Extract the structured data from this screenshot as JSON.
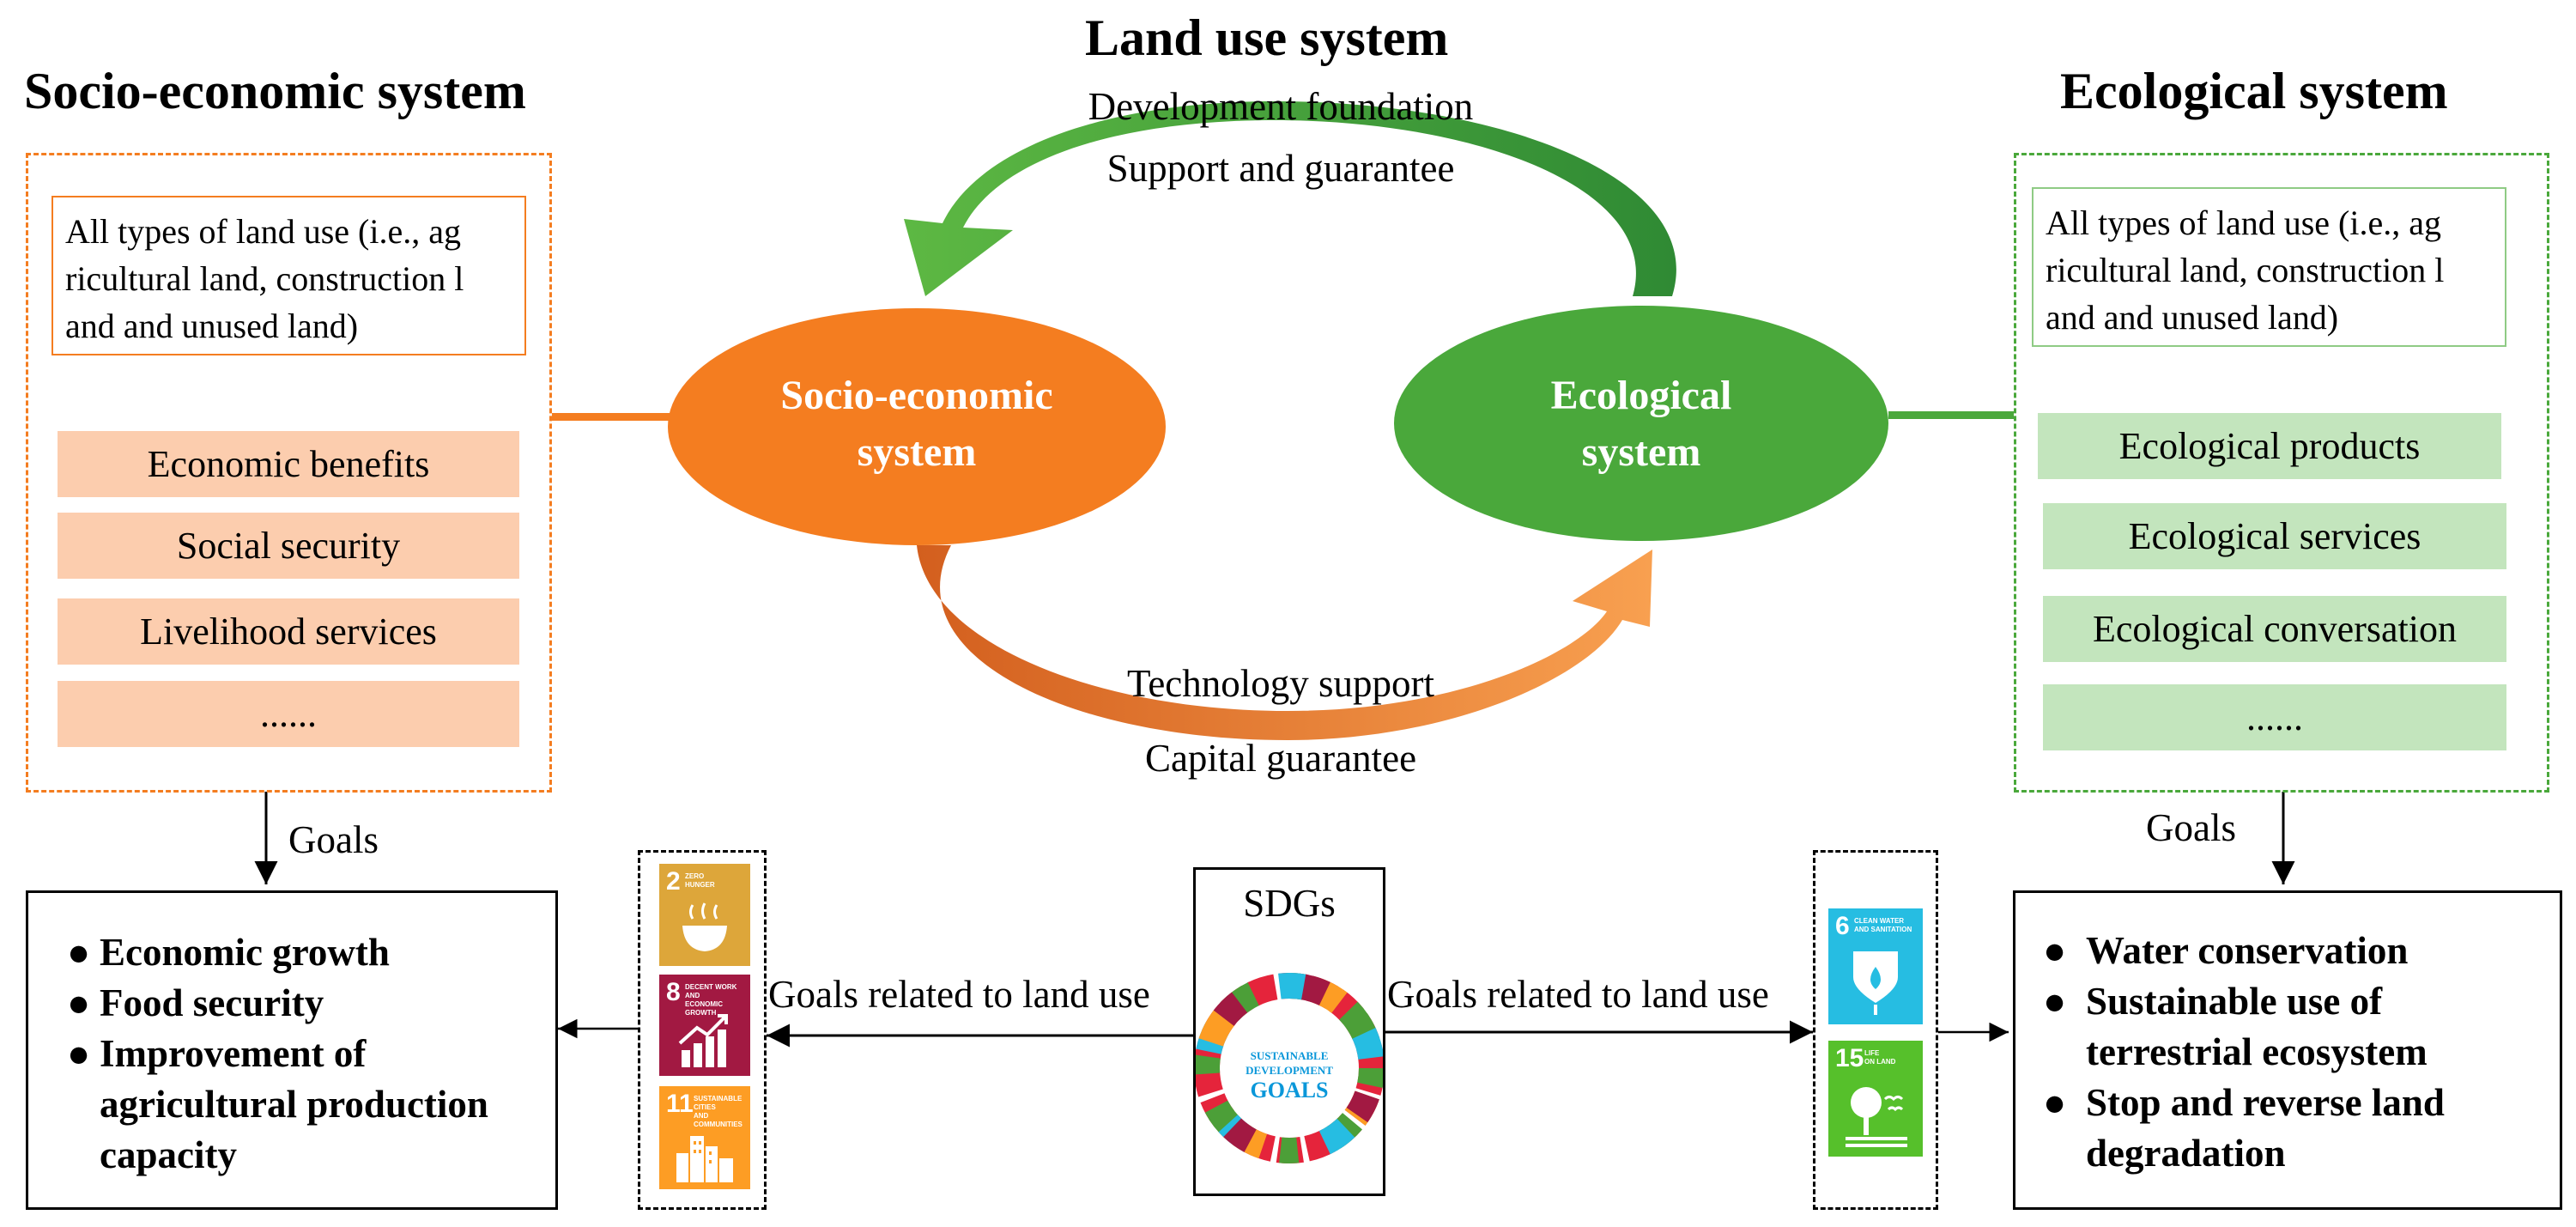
{
  "title": "Land use  system",
  "left_system": {
    "heading": "Socio-economic system",
    "land_types": [
      "All types of land use (i.e., ag",
      "ricultural land, construction l",
      "and and unused land)"
    ],
    "items": [
      "Economic benefits",
      "Social security",
      "Livelihood services",
      "......"
    ],
    "goals_label": "Goals",
    "goals": [
      "Economic growth",
      "Food security",
      "Improvement of agricultural production capacity"
    ]
  },
  "right_system": {
    "heading": "Ecological system",
    "land_types": [
      "All types of land use (i.e., ag",
      "ricultural land, construction l",
      "and and unused land)"
    ],
    "items": [
      "Ecological products",
      "Ecological services",
      "Ecological conversation",
      "......"
    ],
    "goals_label": "Goals",
    "goals": [
      "Water conservation",
      "Sustainable use of terrestrial ecosystem",
      "Stop and reverse land degradation"
    ]
  },
  "center": {
    "left_ellipse": [
      "Socio-economic",
      "system"
    ],
    "right_ellipse": [
      "Ecological",
      "system"
    ],
    "top_arrow": [
      "Development foundation",
      "Support and guarantee"
    ],
    "bottom_arrow": [
      "Technology support",
      "Capital guarantee"
    ]
  },
  "sdgs": {
    "label": "SDGs",
    "logo_text": [
      "SUSTAINABLE",
      "DEVELOPMENT",
      "GOALS"
    ],
    "goals_related_left": "Goals related to land use",
    "goals_related_right": "Goals related to land use",
    "left_tiles": [
      {
        "number": "2",
        "caption": [
          "ZERO",
          "HUNGER"
        ],
        "color": "#DDA63A",
        "icon": "bowl-icon"
      },
      {
        "number": "8",
        "caption": [
          "DECENT WORK AND",
          "ECONOMIC GROWTH"
        ],
        "color": "#A21942",
        "icon": "growth-chart-icon"
      },
      {
        "number": "11",
        "caption": [
          "SUSTAINABLE CITIES",
          "AND COMMUNITIES"
        ],
        "color": "#FD9D24",
        "icon": "buildings-icon"
      }
    ],
    "right_tiles": [
      {
        "number": "6",
        "caption": [
          "CLEAN WATER",
          "AND SANITATION"
        ],
        "color": "#26BDE2",
        "icon": "water-drop-icon"
      },
      {
        "number": "15",
        "caption": [
          "LIFE",
          "ON LAND"
        ],
        "color": "#56C02B",
        "icon": "tree-icon"
      }
    ]
  },
  "colors": {
    "orange": "#F47D20",
    "orange_dark": "#D35F1E",
    "orange_fill": "#FCCDAE",
    "green": "#4AA83B",
    "green_dark": "#2F8A34",
    "green_fill": "#C3E5BD"
  }
}
